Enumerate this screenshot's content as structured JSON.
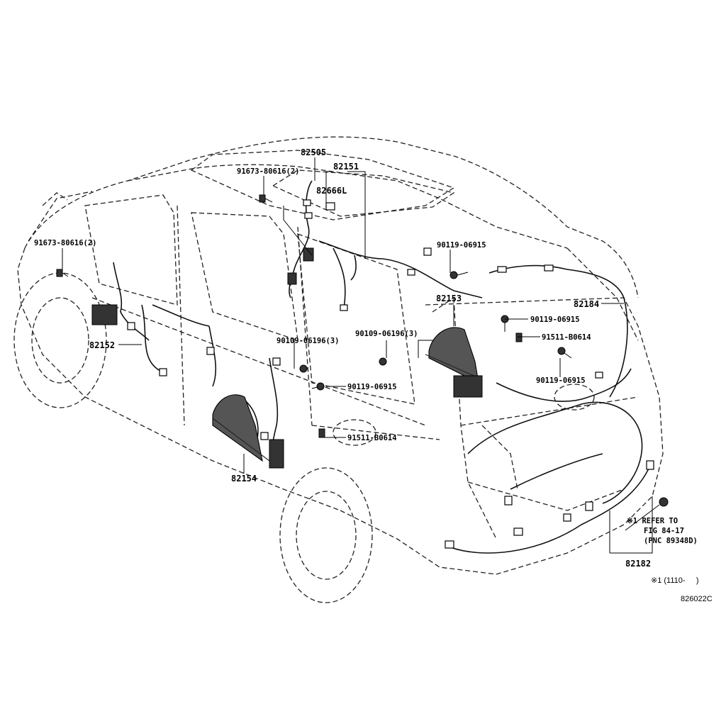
{
  "figure": {
    "parts": {
      "p82505": "82505",
      "p82151": "82151",
      "p82666L": "82666L",
      "p82153": "82153",
      "p82184": "82184",
      "p82152": "82152",
      "p82154": "82154",
      "p82182": "82182"
    },
    "fasteners": {
      "f91673_top": "91673-80616(2)",
      "f91673_left": "91673-80616(2)",
      "f90119_a": "90119-06915",
      "f90119_b": "90119-06915",
      "f90119_c": "90119-06915",
      "f90119_d": "90119-06915",
      "f90109_a": "90109-06196(3)",
      "f90109_b": "90109-06196(3)",
      "f91511_a": "91511-B0614",
      "f91511_b": "91511-B0614"
    },
    "notes": {
      "refer_line1": "※1 REFER TO",
      "refer_line2": "FIG 84-17",
      "refer_line3": "(PNC 89348D)",
      "footnote": "※1 (1110-     )",
      "figure_code": "826022C"
    }
  }
}
